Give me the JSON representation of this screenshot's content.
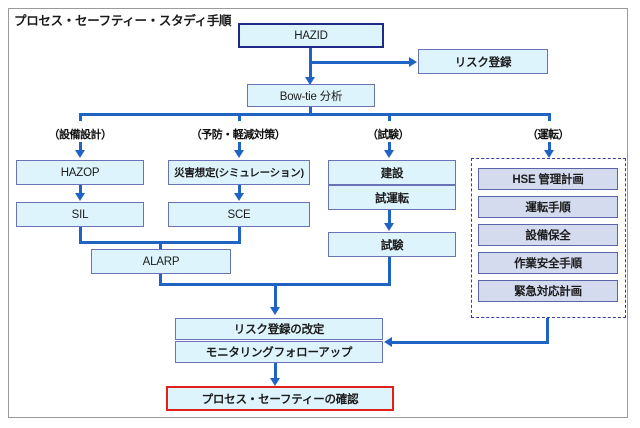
{
  "frame": {
    "title": "プロセス・セーフティー・スタディ手順"
  },
  "colors": {
    "box_fill": "#ddf4fc",
    "box_border": "#6a72b8",
    "hazid_border": "#1f2a86",
    "confirm_border": "#e0201b",
    "operation_fill": "#d5dbef",
    "operation_border": "#5b64ab",
    "connector": "#1f63c4",
    "dashed_group": "#3a3f9e",
    "frame_border": "#9a9a9a"
  },
  "top": {
    "hazid": "HAZID",
    "risk_register": "リスク登録",
    "bowtie": "Bow-tie 分析"
  },
  "phases": [
    {
      "label": "（設備設計）"
    },
    {
      "label": "（予防・軽減対策）"
    },
    {
      "label": "（試験）"
    },
    {
      "label": "（運転）"
    }
  ],
  "columns": {
    "design": [
      {
        "label": "HAZOP"
      },
      {
        "label": "SIL"
      }
    ],
    "prevention": [
      {
        "label": "災害想定(シミュレーション)"
      },
      {
        "label": "SCE"
      }
    ],
    "testing": [
      {
        "label": "建設"
      },
      {
        "label": "試運転"
      },
      {
        "label": "試験"
      }
    ],
    "operation": [
      {
        "label": "HSE 管理計画"
      },
      {
        "label": "運転手順"
      },
      {
        "label": "設備保全"
      },
      {
        "label": "作業安全手順"
      },
      {
        "label": "緊急対応計画"
      }
    ]
  },
  "merge": {
    "alarp": "ALARP"
  },
  "bottom": {
    "risk_register_revision": "リスク登録の改定",
    "monitoring_followup": "モニタリングフォローアップ",
    "process_safety_confirmation": "プロセス・セーフティーの確認"
  }
}
